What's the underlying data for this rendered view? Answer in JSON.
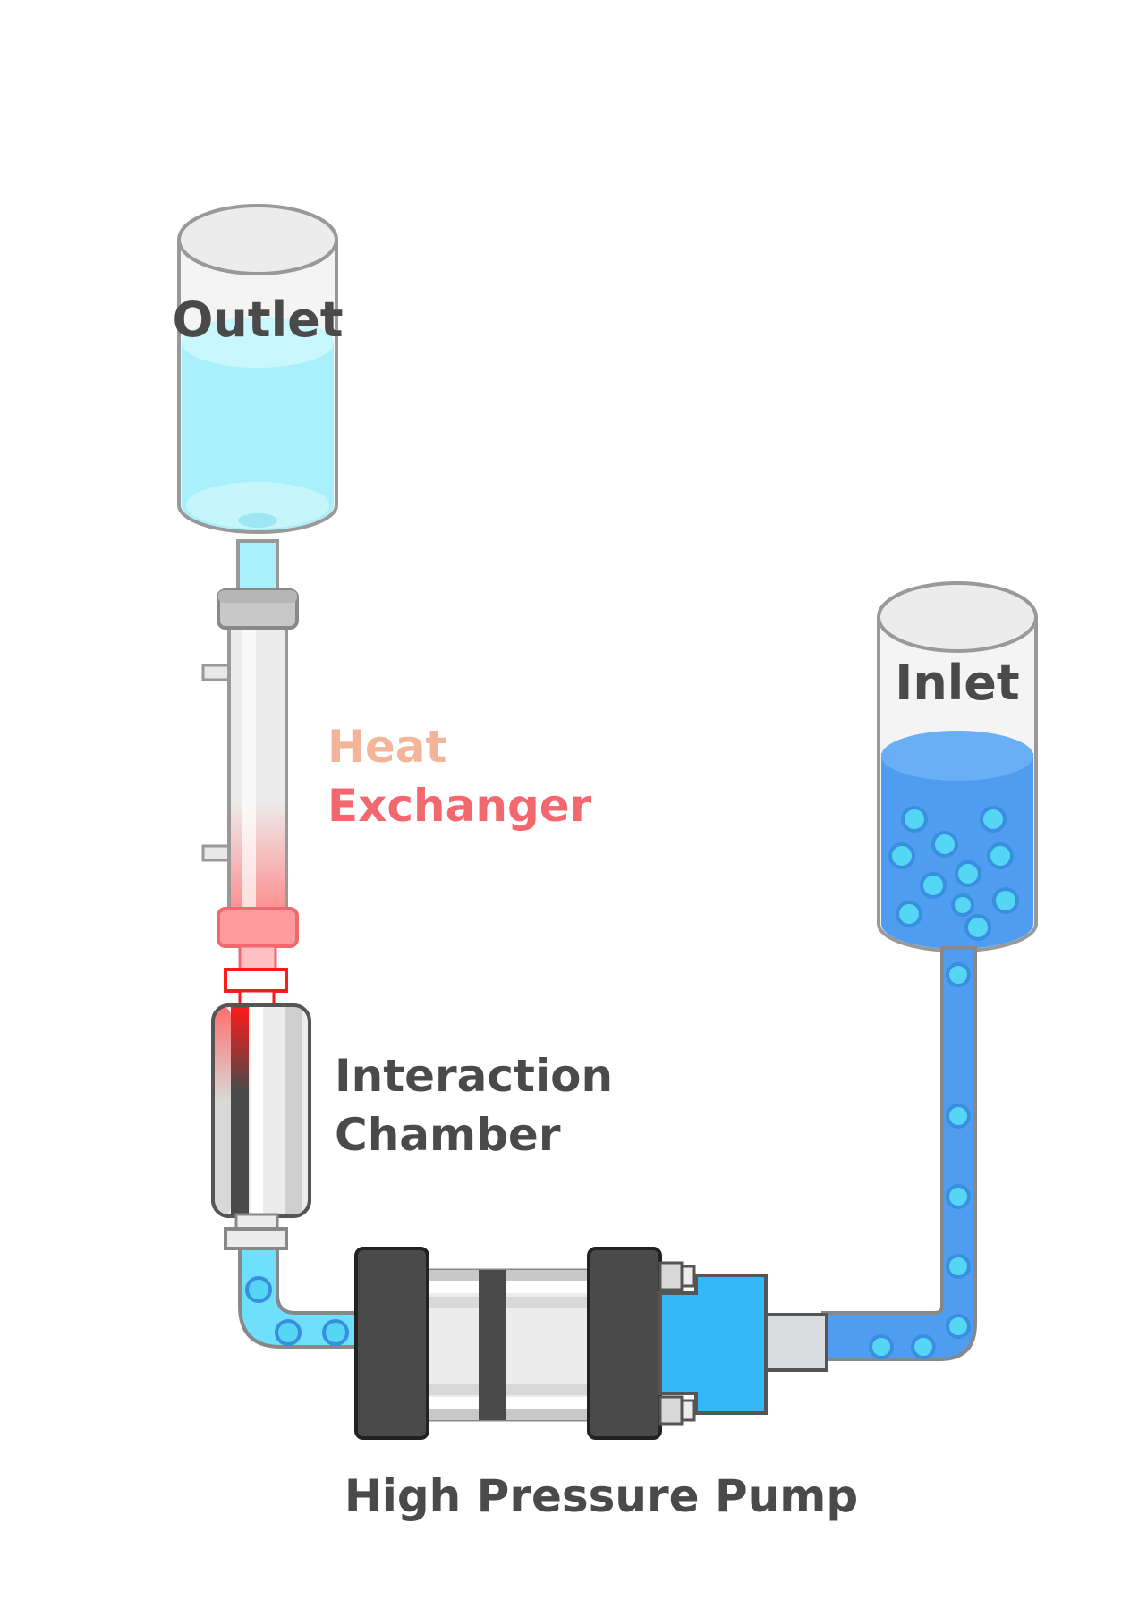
{
  "labels": {
    "outlet": "Outlet",
    "inlet": "Inlet",
    "heat_exchanger_line1": "Heat",
    "heat_exchanger_line2": "Exchanger",
    "interaction_chamber_line1": "Interaction",
    "interaction_chamber_line2": "Chamber",
    "pump": "High Pressure Pump"
  },
  "colors": {
    "text_dark": "#4a4a4a",
    "heat_light": "#f3b49a",
    "heat_red": "#f2686e",
    "outlet_fluid": "#a8f0fb",
    "inlet_fluid": "#4f9df0",
    "bubble": "#56d6f5",
    "pump_blue": "#34b8f8",
    "pump_dark": "#4a4a4a",
    "outline": "#7a7a7a"
  }
}
